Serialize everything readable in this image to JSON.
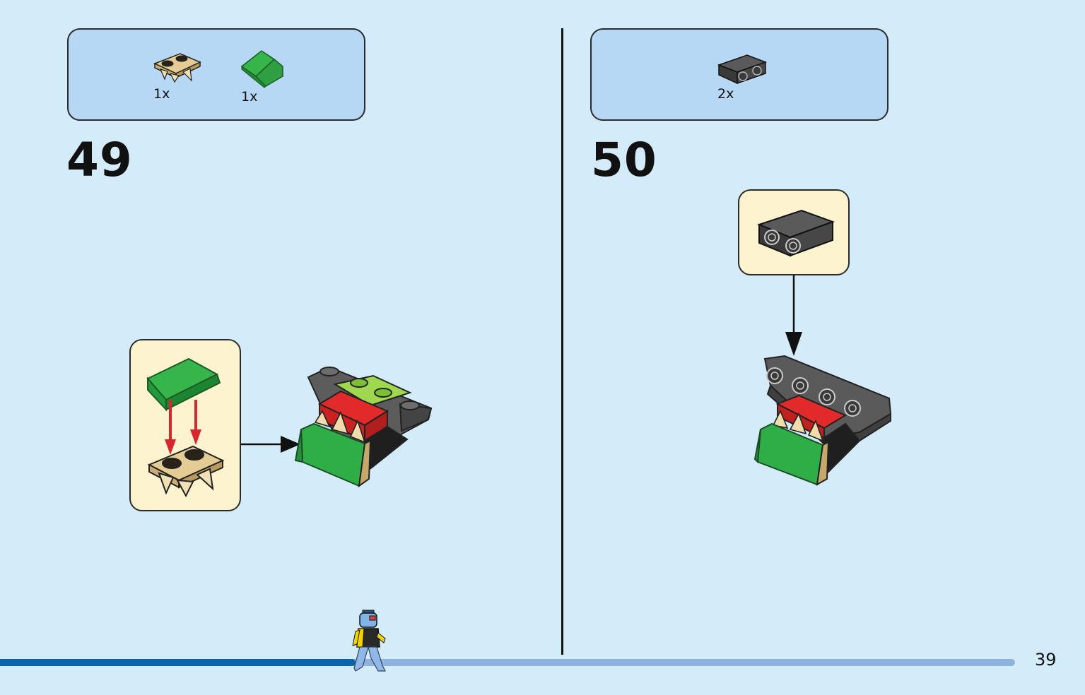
{
  "left_step": {
    "number": "49",
    "parts": [
      {
        "icon": "tan-tooth-plate-icon",
        "quantity": "1x"
      },
      {
        "icon": "green-slope-icon",
        "quantity": "1x"
      }
    ]
  },
  "right_step": {
    "number": "50",
    "parts": [
      {
        "icon": "dark-grey-bracket-icon",
        "quantity": "2x"
      }
    ]
  },
  "footer": {
    "page_number": "39",
    "progress": 0.35
  },
  "colors": {
    "background": "#d4ebfa",
    "parts_box": "#b6d8f4",
    "callout": "#fdf4cf",
    "progress_fill": "#0b63b0",
    "progress_track": "#8eb3de",
    "arrow_red": "#d7262e"
  }
}
